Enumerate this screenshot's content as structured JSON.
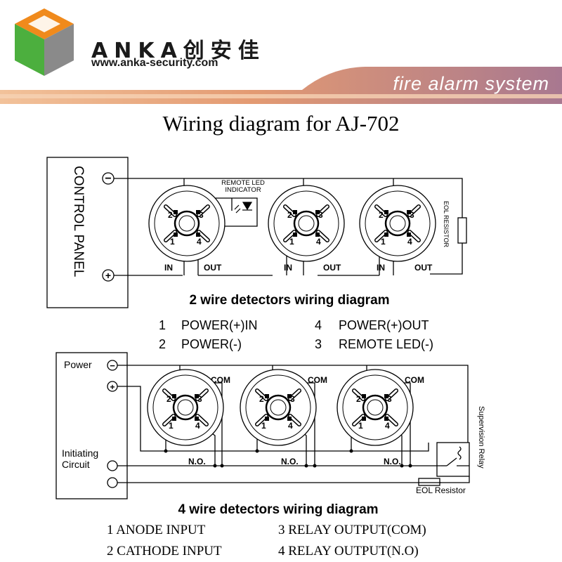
{
  "header": {
    "brand": "ANKA创安佳",
    "website": "www.anka-security.com",
    "banner": "fire alarm system",
    "colors": {
      "banner_orange": "#e8a06a",
      "banner_mauve": "#b07c8e",
      "cube_green": "#4caf3e",
      "cube_orange": "#f08a1c",
      "cube_grey": "#8a8a8a"
    }
  },
  "title": "Wiring diagram for AJ-702",
  "diagram2": {
    "panel_label": "CONTROL PANEL",
    "minus": "−",
    "plus": "+",
    "led_label_line1": "REMOTE LED",
    "led_label_line2": "INDICATOR",
    "eol_label": "EOL RESISTOR",
    "in_label": "IN",
    "out_label": "OUT",
    "terminals": [
      "1",
      "2",
      "3",
      "4"
    ],
    "caption": "2 wire detectors wiring diagram",
    "legend": [
      {
        "num": "1",
        "text": "POWER(+)IN"
      },
      {
        "num": "4",
        "text": "POWER(+)OUT"
      },
      {
        "num": "2",
        "text": "POWER(-)"
      },
      {
        "num": "3",
        "text": "REMOTE LED(-)"
      }
    ]
  },
  "diagram4": {
    "power_label": "Power",
    "initiating_line1": "Initiating",
    "initiating_line2": "Circuit",
    "com_label": "COM",
    "no_label": "N.O.",
    "relay_label": "Supervision Relay",
    "eol_label": "EOL Resistor",
    "caption": "4 wire detectors wiring diagram",
    "legend": [
      "1  ANODE INPUT",
      "3 RELAY  OUTPUT(COM)",
      "2 CATHODE INPUT",
      "4 RELAY  OUTPUT(N.O)"
    ]
  }
}
